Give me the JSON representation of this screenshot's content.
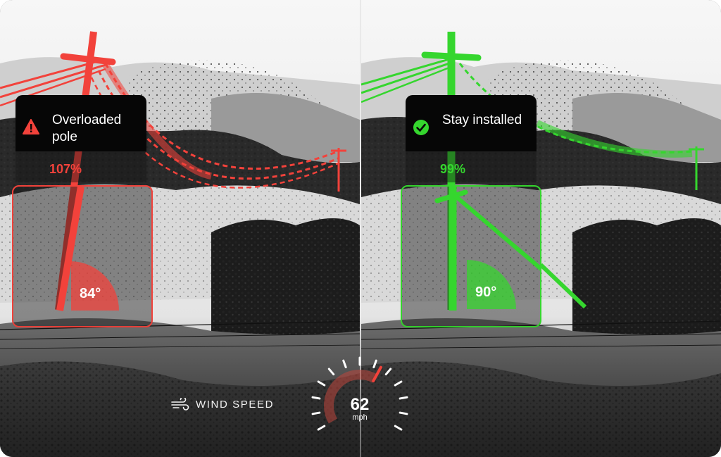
{
  "colors": {
    "alert_red": "#f2423b",
    "ok_green": "#35d62e",
    "card_black": "#060606"
  },
  "left_panel": {
    "status_icon": "warning-triangle-icon",
    "status_text": "Overloaded pole",
    "load_percent": "107%",
    "angle": "84°"
  },
  "right_panel": {
    "status_icon": "check-circle-icon",
    "status_text": "Stay installed",
    "load_percent": "99%",
    "angle": "90°"
  },
  "wind": {
    "icon": "wind-icon",
    "label": "WIND SPEED",
    "value": "62",
    "unit": "mph",
    "needle_fraction": 0.62
  }
}
